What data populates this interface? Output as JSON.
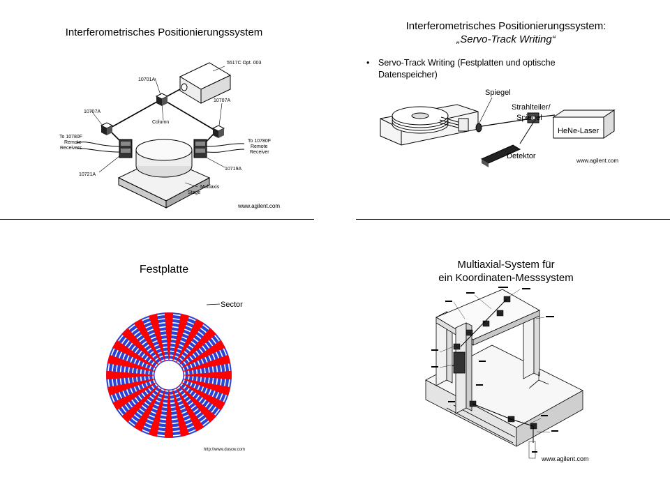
{
  "slides": {
    "s1": {
      "title": "Interferometrisches Positionierungssystem",
      "labels": {
        "l5517": "5517C Opt. 003",
        "l10701": "10701A",
        "l10707a": "10707A",
        "l10707b": "10707A",
        "column": "Column",
        "to1": "To 10780F",
        "to2": "Remote",
        "to3": "Receivers",
        "tor1": "To 10780F",
        "tor2": "Remote",
        "tor3": "Receiver",
        "l10719": "10719A",
        "l10721": "10721A",
        "multi1": "Multiaxis",
        "multi2": "Stage"
      },
      "source": "www.agilent.com"
    },
    "s2": {
      "title_line1": "Interferometrisches Positionierungssystem:",
      "title_line2": "„Servo-Track Writing“",
      "bullet": "Servo-Track Writing (Festplatten und optische Datenspeicher)",
      "bullet_line1": "Servo-Track Writing (Festplatten und optische",
      "bullet_line2": "Datenspeicher)",
      "labels": {
        "spiegel": "Spiegel",
        "strahl1": "Strahlteiler/",
        "strahl2": "Spiegel",
        "laser": "HeNe-Laser",
        "detektor": "Detektor"
      },
      "source": "www.agilent.com"
    },
    "s3": {
      "title": "Festplatte",
      "sector": "Sector",
      "source": "http://www.duscw.com"
    },
    "s4": {
      "title_line1": "Multiaxial-System für",
      "title_line2": "ein Koordinaten-Messsystem",
      "source": "www.agilent.com"
    }
  },
  "colors": {
    "disk_blue": "#2b44d8",
    "sector_red": "#ff0000",
    "track_line": "#ffffff"
  }
}
